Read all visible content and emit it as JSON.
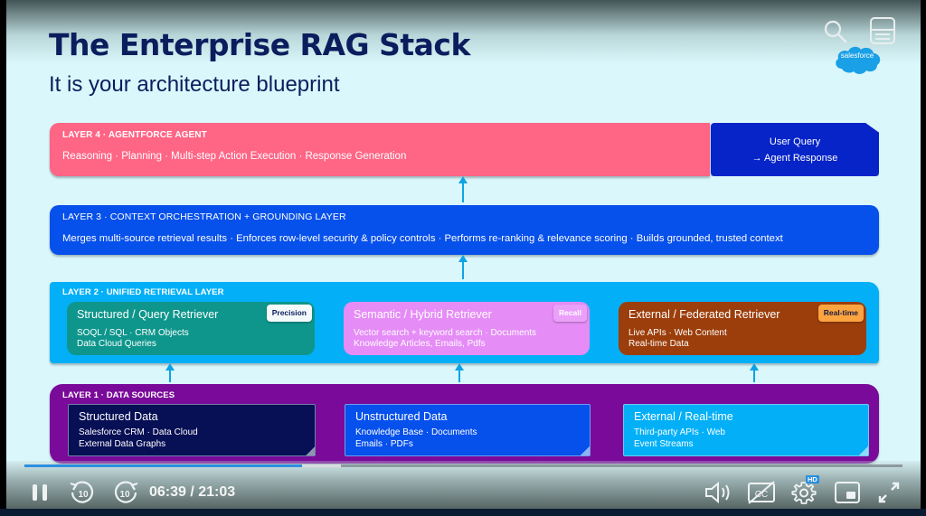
{
  "slide": {
    "title": "The Enterprise RAG Stack",
    "subtitle": "It is your architecture blueprint",
    "brand_logo_text": "salesforce"
  },
  "layers": {
    "layer4": {
      "label": "LAYER 4  ·  AGENTFORCE AGENT",
      "description": "Reasoning  ·  Planning  ·  Multi-step Action Execution  ·  Response Generation",
      "color": "#ff6585"
    },
    "query_box": {
      "line1": "User Query",
      "line2": "→  Agent Response",
      "color": "#0624c7"
    },
    "layer3": {
      "label": "LAYER 3  ·  CONTEXT ORCHESTRATION + GROUNDING LAYER",
      "description": "Merges multi-source retrieval results ·  Enforces row-level security & policy controls  ·  Performs re-ranking & relevance scoring ·  Builds grounded, trusted context",
      "color": "#0650eb"
    },
    "layer2": {
      "label": "LAYER 2  ·  UNIFIED RETRIEVAL LAYER",
      "color": "#03b0f7",
      "retrievers": [
        {
          "title": "Structured / Query Retriever",
          "line1": "SOQL / SQL  ·  CRM Objects",
          "line2": "Data Cloud Queries",
          "badge": "Precision",
          "color": "#0f968c"
        },
        {
          "title": "Semantic / Hybrid Retriever",
          "line1": "Vector search + keyword search  ·  Documents",
          "line2": "Knowledge Articles, Emails, Pdfs",
          "badge": "Recall",
          "color": "#e58cf6"
        },
        {
          "title": "External / Federated Retriever",
          "line1": "Live APIs  ·  Web Content",
          "line2": "Real-time Data",
          "badge": "Real-time",
          "color": "#9c3e0b"
        }
      ]
    },
    "layer1": {
      "label": "LAYER 1  ·  DATA SOURCES",
      "color": "#7a0a9a",
      "sources": [
        {
          "title": "Structured Data",
          "line1": "Salesforce CRM  ·  Data Cloud",
          "line2": "External Data Graphs",
          "color": "#070f55"
        },
        {
          "title": "Unstructured Data",
          "line1": "Knowledge Base  ·  Documents",
          "line2": "Emails  ·  PDFs",
          "color": "#0650eb"
        },
        {
          "title": "External / Real-time",
          "line1": "Third-party APIs  ·  Web",
          "line2": "Event Streams",
          "color": "#03b0f7"
        }
      ]
    }
  },
  "player": {
    "current_time": "06:39",
    "duration": "21:03",
    "time_display": "06:39 / 21:03",
    "progress_fraction": 0.316,
    "buffered_fraction": 0.36,
    "quality_badge": "HD",
    "skip_back_seconds": "10",
    "skip_forward_seconds": "10",
    "controls": [
      "pause-icon",
      "rewind-10-icon",
      "forward-10-icon",
      "volume-icon",
      "captions-off-icon",
      "settings-icon",
      "miniplayer-icon",
      "fullscreen-icon"
    ],
    "top_controls": [
      "search-icon",
      "panel-icon"
    ],
    "accent_color": "#2d8fe0"
  }
}
